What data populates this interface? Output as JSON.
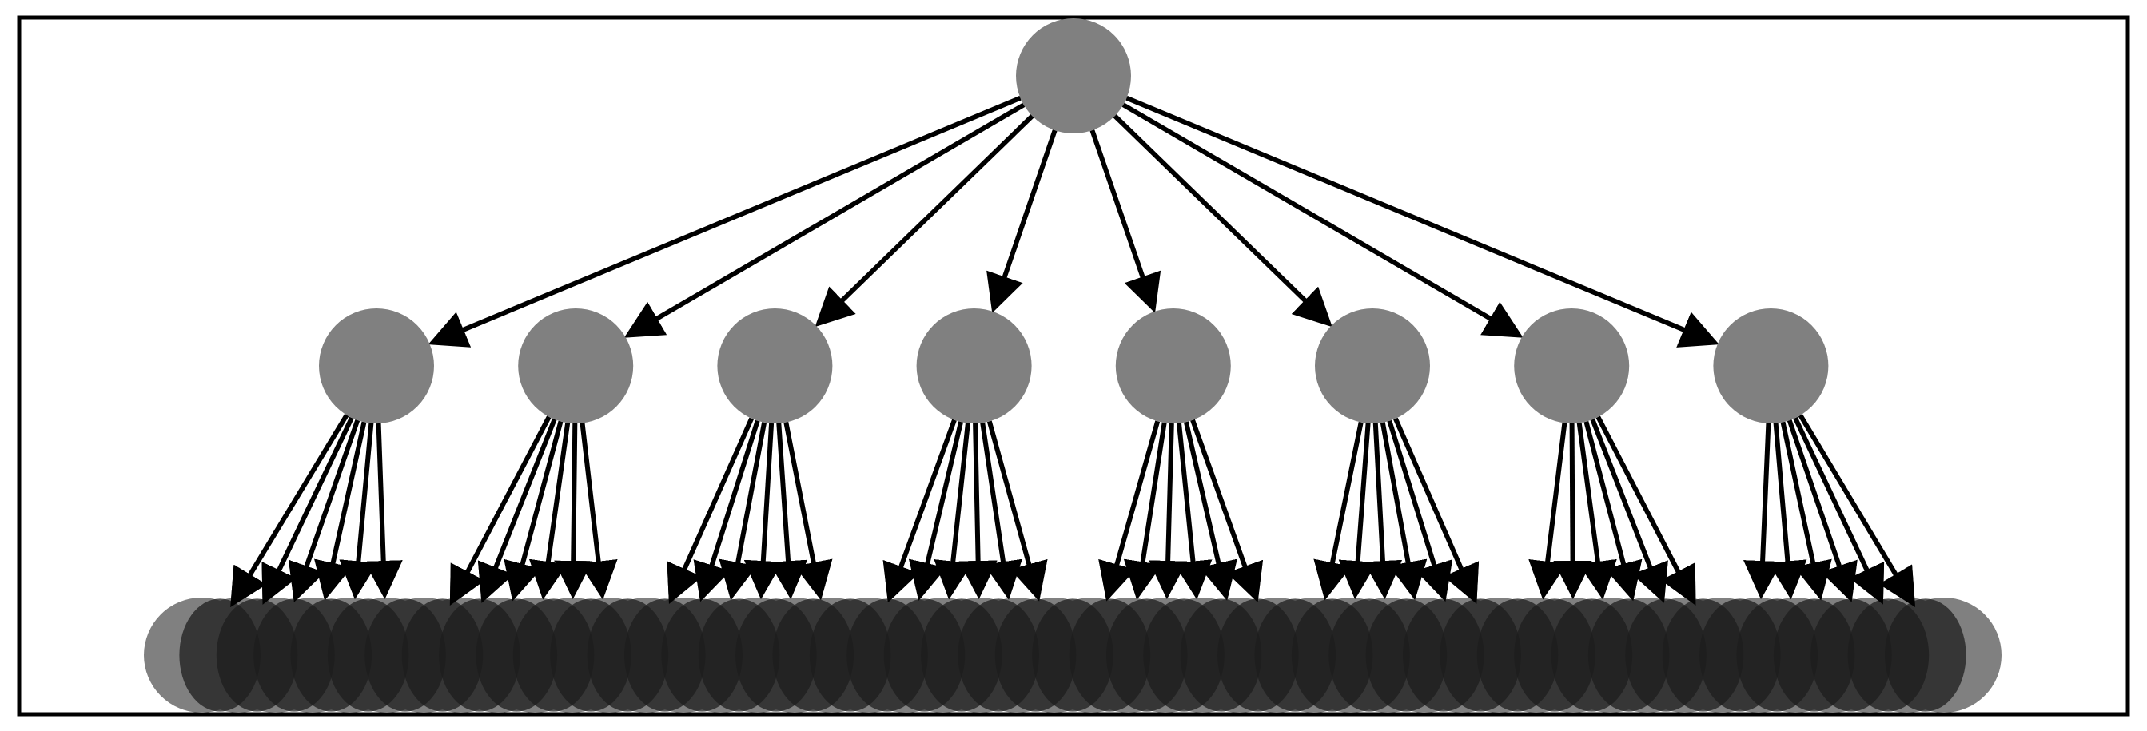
{
  "diagram": {
    "type": "tree",
    "branching": [
      8,
      6
    ],
    "levels": [
      {
        "level": 0,
        "node_count": 1
      },
      {
        "level": 1,
        "node_count": 8
      },
      {
        "level": 2,
        "node_count": 48
      }
    ],
    "colors": {
      "frame": "#000000",
      "node_fill": "#808080",
      "node_opacity": 0.5,
      "edge": "#000000",
      "background": "#ffffff"
    }
  }
}
